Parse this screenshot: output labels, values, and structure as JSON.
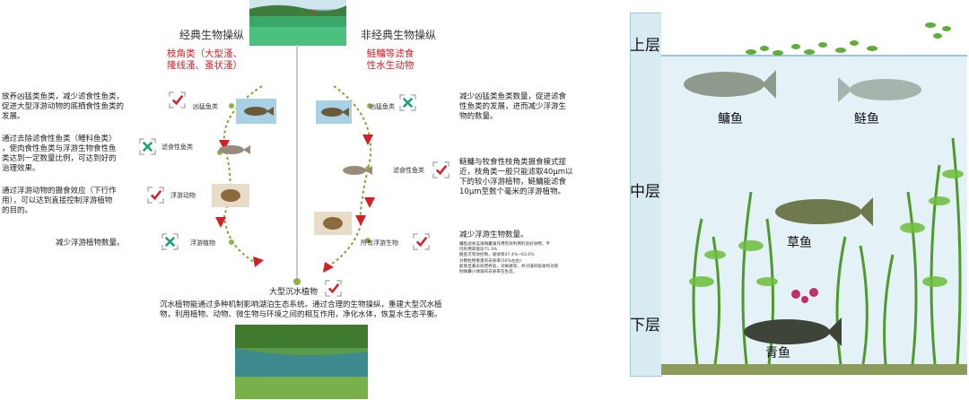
{
  "left": {
    "title_classic": "经典生物操纵",
    "title_nonclassic": "非经典生物操纵",
    "classic_subtitle": [
      "枝角类（大型溞、",
      "隆线溞、蚤状溞）"
    ],
    "nonclassic_subtitle": [
      "鲢鳙等滤食",
      "性水生动物"
    ],
    "left_notes": [
      [
        "放养凶猛类鱼类，减少滤食性鱼类，",
        "促进大型浮游动物的底栖食性鱼类的",
        "发展。"
      ],
      [
        "通过去除滤食性鱼类（鲤科鱼类）",
        "，使肉食性鱼类与浮游生物食性鱼",
        "类达到一定数量比例，可达到好的",
        "治理效果。"
      ],
      [
        "通过浮游动物的摄食效应（下行作",
        "用），可以达到直接控制浮游植物",
        "的目的。"
      ],
      [
        "减少浮游植物数量。"
      ]
    ],
    "left_labels": [
      "凶猛鱼类",
      "滤食性鱼类",
      "浮游动物",
      "浮游植物"
    ],
    "right_labels": [
      "凶猛鱼类",
      "滤食性鱼类",
      "所有浮游生物"
    ],
    "right_notes": [
      [
        "减少凶猛类鱼类数量，促进滤食",
        "性鱼类的发展，进而减少浮游生",
        "物的数量。"
      ],
      [
        "鲢鳙与牧食性枝角类摄食模式接",
        "近，枝角类一般只能滤取40μm以",
        "下的较小浮游植物，鲢鳙能滤食",
        "10μm至数个毫米的浮游植物。"
      ]
    ],
    "reduce_title": "减少浮游生物数量。",
    "reduce_details": [
      "鳙鱼滤食蓝藻微囊藻作用有效利用的良好食物，平",
      "均利用率能达71.3%",
      "鲢鱼可有效控制，吸收率47.4%~63.6%",
      "对颗粒物重量的去除率(50%左右)",
      "能够显著去除营养盐，对氮磷等，并对藻的吸收和对抑",
      "制微囊小球藻的去除率在生态。"
    ],
    "center_label": "大型沉水植物",
    "bottom_text": [
      "沉水植物能通过多种机制影响湖泊生态系统。通过合理的生物操纵，重建大型沉水植",
      "物，利用植物、动物、微生物与环境之间的相互作用，净化水体，恢复水生态平衡。"
    ]
  },
  "right": {
    "layers": [
      "上层",
      "中层",
      "下层"
    ],
    "fish": [
      "鳙鱼",
      "鲢鱼",
      "草鱼",
      "青鱼"
    ]
  },
  "colors": {
    "accent_red": "#d41f26",
    "check_green": "#1a9e6e",
    "arrow_green": "#7fa536",
    "water": "#e4f1f6",
    "layer_bar": "#d8eaf2"
  }
}
